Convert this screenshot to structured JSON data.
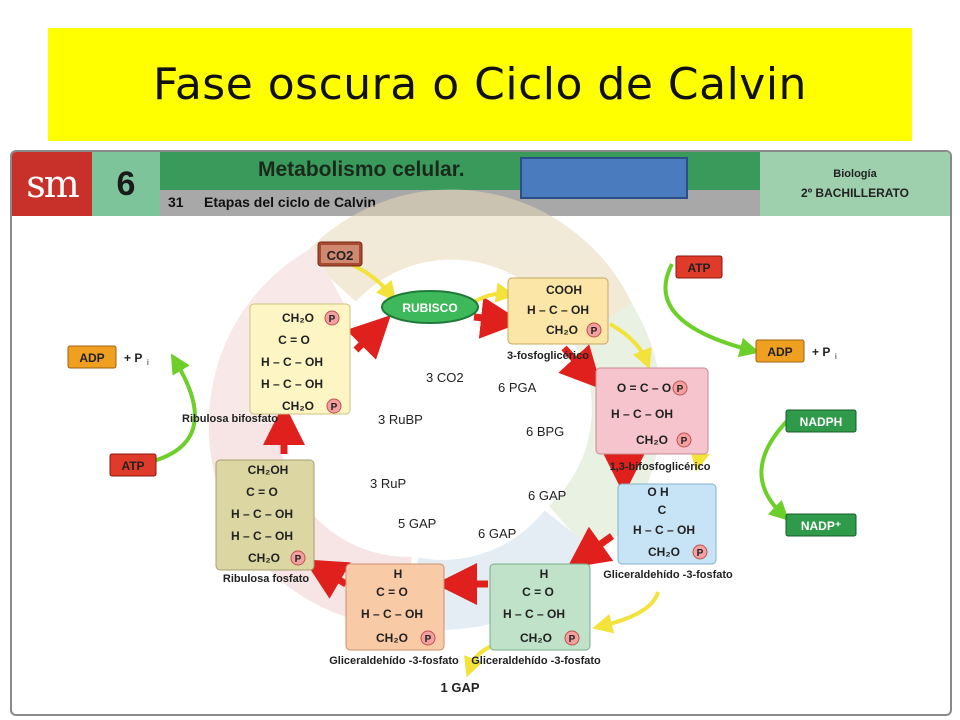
{
  "slide": {
    "title": "Fase oscura o Ciclo de Calvin"
  },
  "header": {
    "logo": "sm",
    "unit_number": "6",
    "unit_title": "Metabolismo celular.",
    "fig_number": "31",
    "fig_title": "Etapas del ciclo de Calvin",
    "subject": "Biología",
    "level": "2º BACHILLERATO"
  },
  "inputs": {
    "co2": "CO2",
    "rubisco": "RUBISCO",
    "atp": "ATP",
    "adp": "ADP",
    "pi": "+ P",
    "pi_sub": "i",
    "nadph": "NADPH",
    "nadp": "NADP⁺"
  },
  "molecules": {
    "pga": {
      "lines": [
        "COOH",
        "H – C – OH",
        "CH₂O"
      ],
      "name": "3-fosfoglicérico"
    },
    "bpg": {
      "lines": [
        "O = C – O",
        "H – C – OH",
        "CH₂O"
      ],
      "name": "1,3-bifosfoglicérico"
    },
    "gap1": {
      "lines": [
        "O    H",
        "C",
        "H – C – OH",
        "CH₂O"
      ],
      "name": "Gliceraldehído -3-fosfato"
    },
    "gap2": {
      "lines": [
        "H",
        "C = O",
        "H – C – OH",
        "CH₂O"
      ],
      "name": "Gliceraldehído -3-fosfato"
    },
    "gap3": {
      "lines": [
        "H",
        "C = O",
        "H – C – OH",
        "CH₂O"
      ],
      "name": "Gliceraldehído -3-fosfato"
    },
    "rup": {
      "lines": [
        "CH₂OH",
        "C = O",
        "H – C – OH",
        "H – C – OH",
        "CH₂O"
      ],
      "name": "Ribulosa fosfato"
    },
    "rubp": {
      "lines": [
        "CH₂O",
        "C = O",
        "H – C – OH",
        "H – C – OH",
        "CH₂O"
      ],
      "name": "Ribulosa bifosfato"
    }
  },
  "phosphate": "P",
  "cycle_labels": [
    "3 CO2",
    "6 PGA",
    "6 BPG",
    "6 GAP",
    "6 GAP",
    "5 GAP",
    "3 RuP",
    "3 RuBP"
  ],
  "output": "1 GAP",
  "colors": {
    "yellow": "#ffff00",
    "arrow_red": "#e0201c",
    "arrow_green": "#6ccf2a",
    "arrow_yellow": "#f2e23a"
  }
}
